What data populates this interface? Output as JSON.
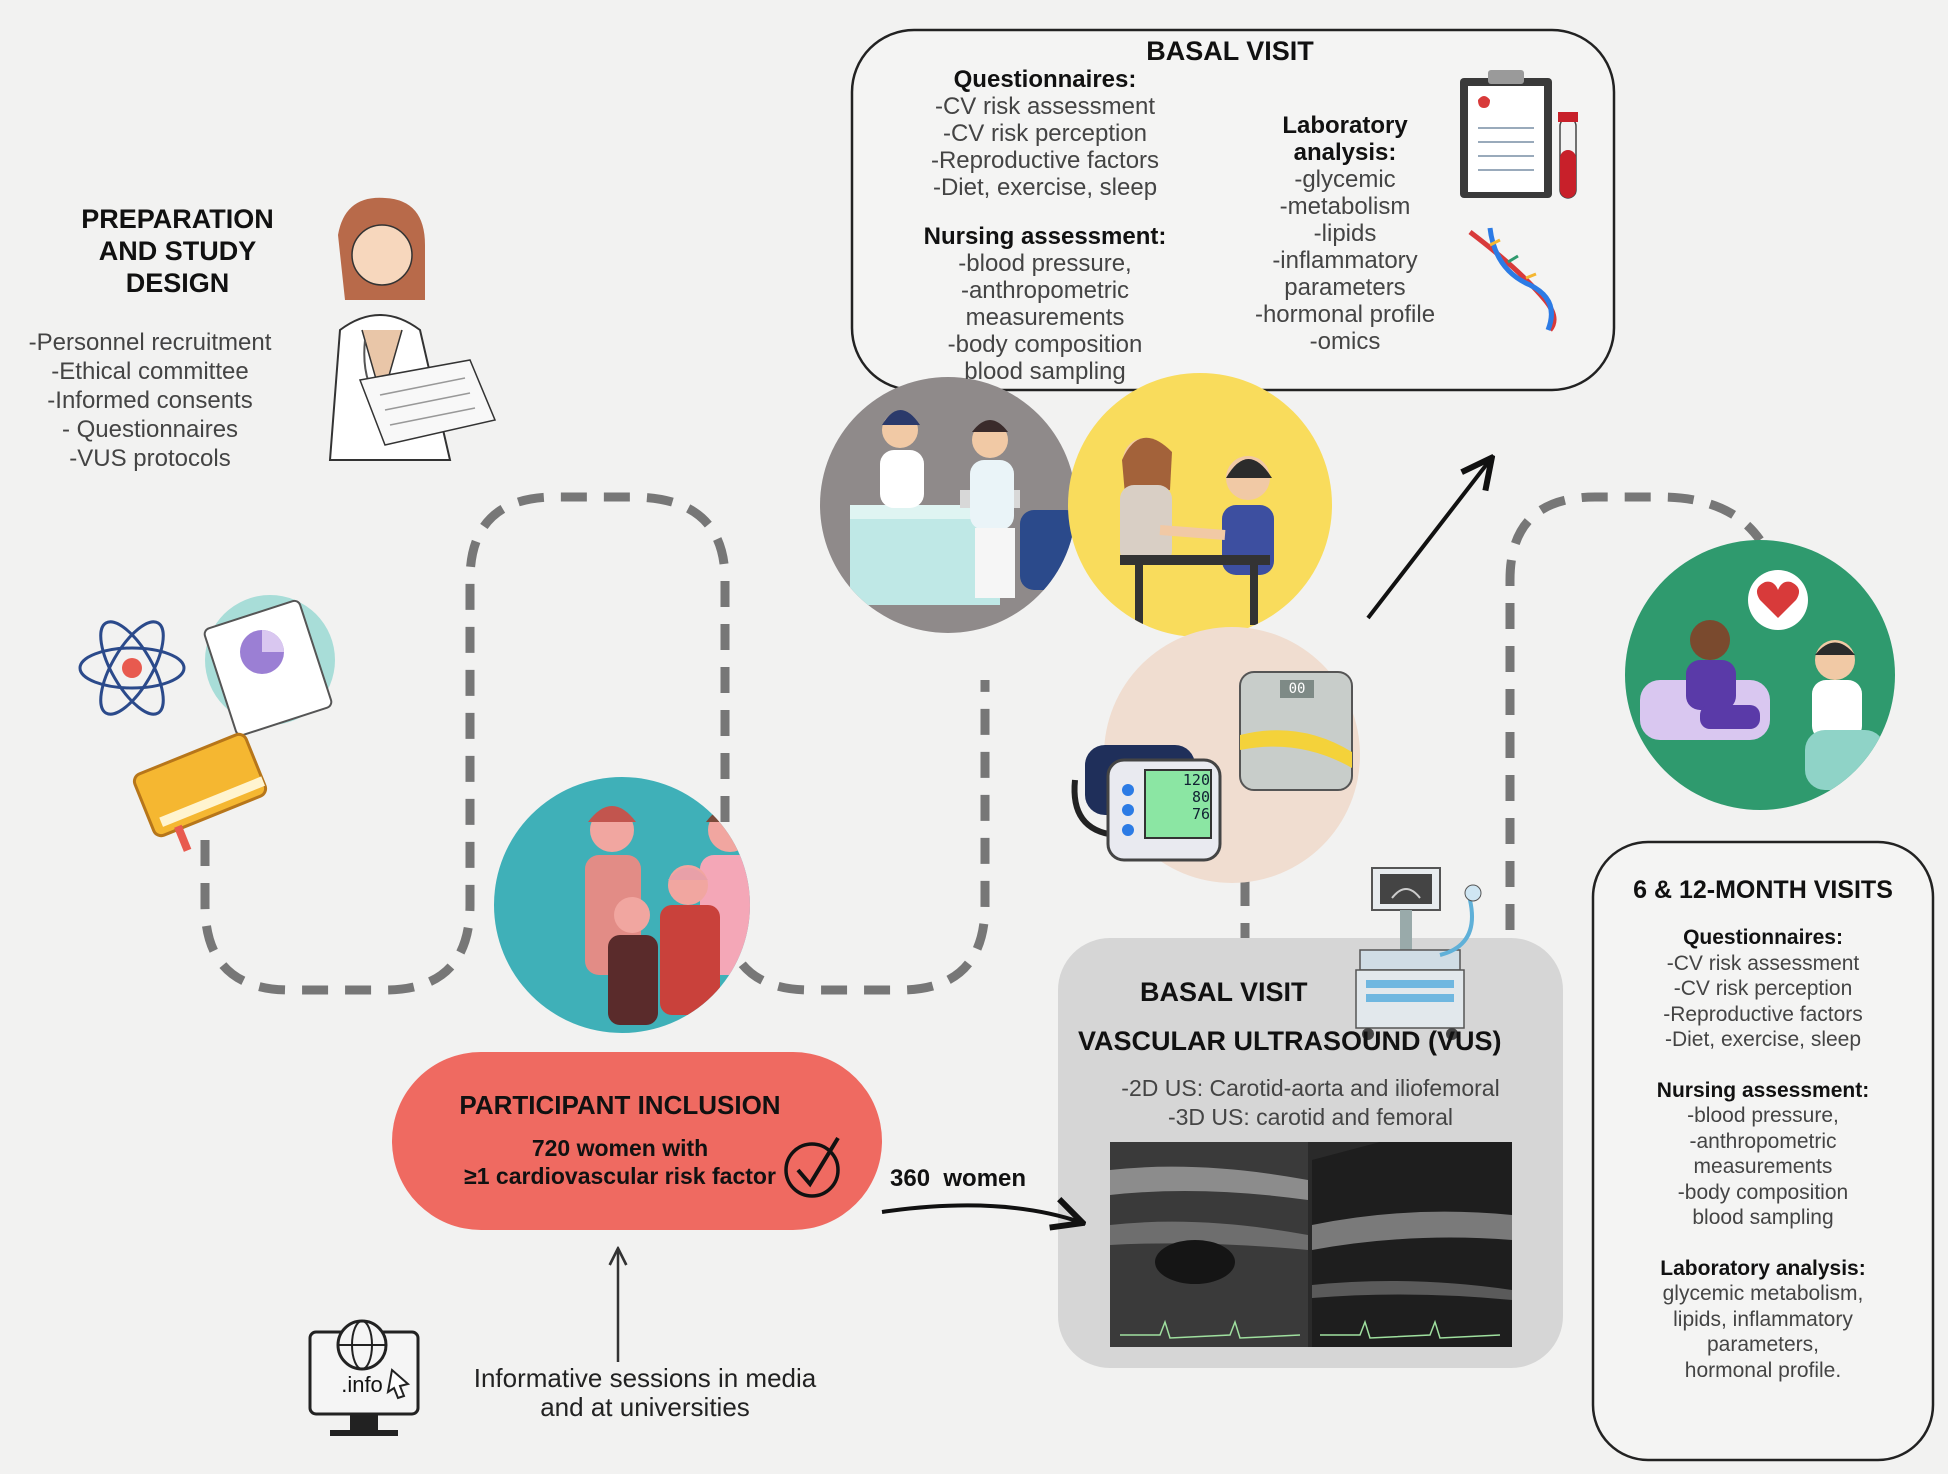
{
  "preparation": {
    "title": [
      "PREPARATION",
      "AND STUDY",
      "DESIGN"
    ],
    "items": [
      "-Personnel recruitment",
      "-Ethical committee",
      "-Informed consents",
      "- Questionnaires",
      "-VUS protocols"
    ]
  },
  "basal_visit_top": {
    "title": "BASAL VISIT",
    "questionnaires_heading": "Questionnaires:",
    "questionnaires": [
      "-CV risk assessment",
      "-CV risk perception",
      "-Reproductive factors",
      "-Diet, exercise, sleep"
    ],
    "nursing_heading": "Nursing assessment:",
    "nursing": [
      "-blood pressure,",
      "-anthropometric",
      "measurements",
      "-body composition",
      "blood sampling"
    ],
    "lab_heading": [
      "Laboratory",
      "analysis:"
    ],
    "lab": [
      "-glycemic",
      "-metabolism",
      "-lipids",
      "-inflammatory",
      "parameters",
      "-hormonal profile",
      "-omics"
    ]
  },
  "participant_inclusion": {
    "title": "PARTICIPANT INCLUSION",
    "line1": "720 women with",
    "line2": "≥1 cardiovascular risk factor"
  },
  "arrow_label": "360  women",
  "informative": [
    "Informative sessions in media",
    "and at universities"
  ],
  "info_screen_label": ".info",
  "vus": {
    "title1": "BASAL VISIT",
    "title2": "VASCULAR ULTRASOUND (VUS)",
    "line1": "-2D US: Carotid-aorta and iliofemoral",
    "line2": "-3D US: carotid and femoral"
  },
  "monitor_readings": {
    "sys": "120",
    "dia": "80",
    "pulse": "76"
  },
  "scale_display": "00",
  "followup": {
    "title": "6 & 12-MONTH VISITS",
    "questionnaires_heading": "Questionnaires:",
    "questionnaires": [
      "-CV risk assessment",
      "-CV risk perception",
      "-Reproductive factors",
      "-Diet, exercise, sleep"
    ],
    "nursing_heading": "Nursing assessment:",
    "nursing": [
      "-blood pressure,",
      "-anthropometric",
      "measurements",
      "-body composition",
      "blood sampling"
    ],
    "lab_heading": "Laboratory analysis:",
    "lab": [
      "glycemic metabolism,",
      "lipids, inflammatory",
      "parameters,",
      "hormonal profile."
    ]
  },
  "colors": {
    "background": "#f2f2f1",
    "inclusion_pill": "#ef6a61",
    "vus_box": "#d6d6d6",
    "dashed_path": "#777777",
    "circle_grey": "#8f8a8a",
    "circle_yellow": "#f9dc5c",
    "circle_beige": "#f0ddd0",
    "circle_teal": "#3fb0b8",
    "circle_green": "#2f9a6e"
  },
  "icons": [
    "doctor-illustration",
    "atom-icon",
    "clipboard-chart-icon",
    "book-icon",
    "clipboard-lab-icon",
    "blood-tube-icon",
    "dna-icon",
    "women-group-illustration",
    "consultation-illustration",
    "nurse-patient-illustration",
    "blood-pressure-monitor-icon",
    "scale-icon",
    "ultrasound-machine-icon",
    "ultrasound-image",
    "heart-consultation-illustration",
    "globe-monitor-icon",
    "check-circle-icon"
  ]
}
